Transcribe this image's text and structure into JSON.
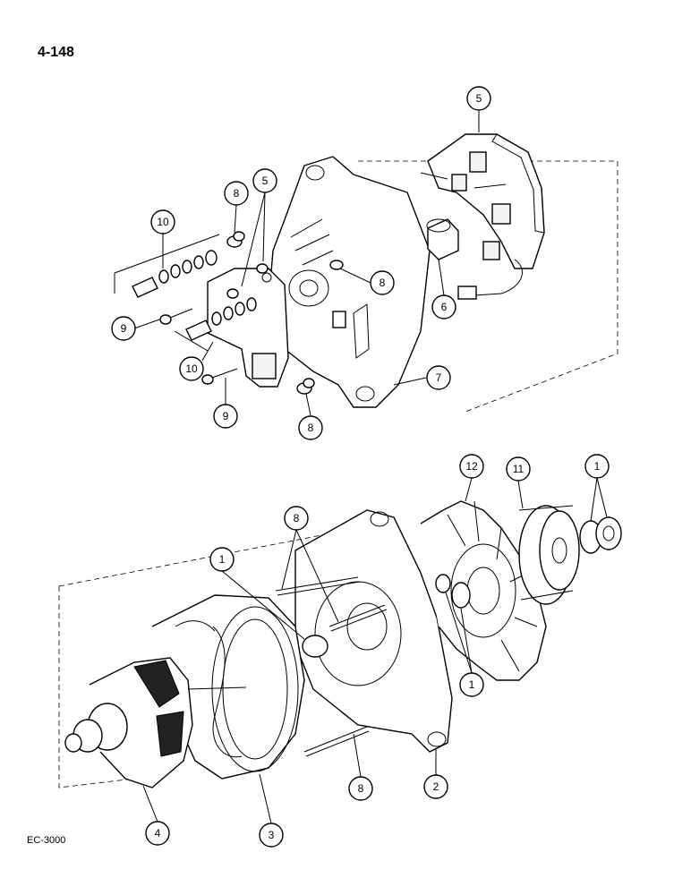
{
  "page": {
    "number": "4-148",
    "figure_code": "EC-3000"
  },
  "callouts": {
    "c5_top": "5",
    "c8_upper_left": "8",
    "c5_mid": "5",
    "c10_top": "10",
    "c8_mid": "8",
    "c6": "6",
    "c9_left": "9",
    "c10_low": "10",
    "c7": "7",
    "c9_low": "9",
    "c8_low": "8",
    "c12": "12",
    "c11": "11",
    "c1_right": "1",
    "c8_lower": "8",
    "c1_left": "1",
    "c1_bottom": "1",
    "c8_bottom": "8",
    "c2": "2",
    "c4": "4",
    "c3": "3"
  }
}
